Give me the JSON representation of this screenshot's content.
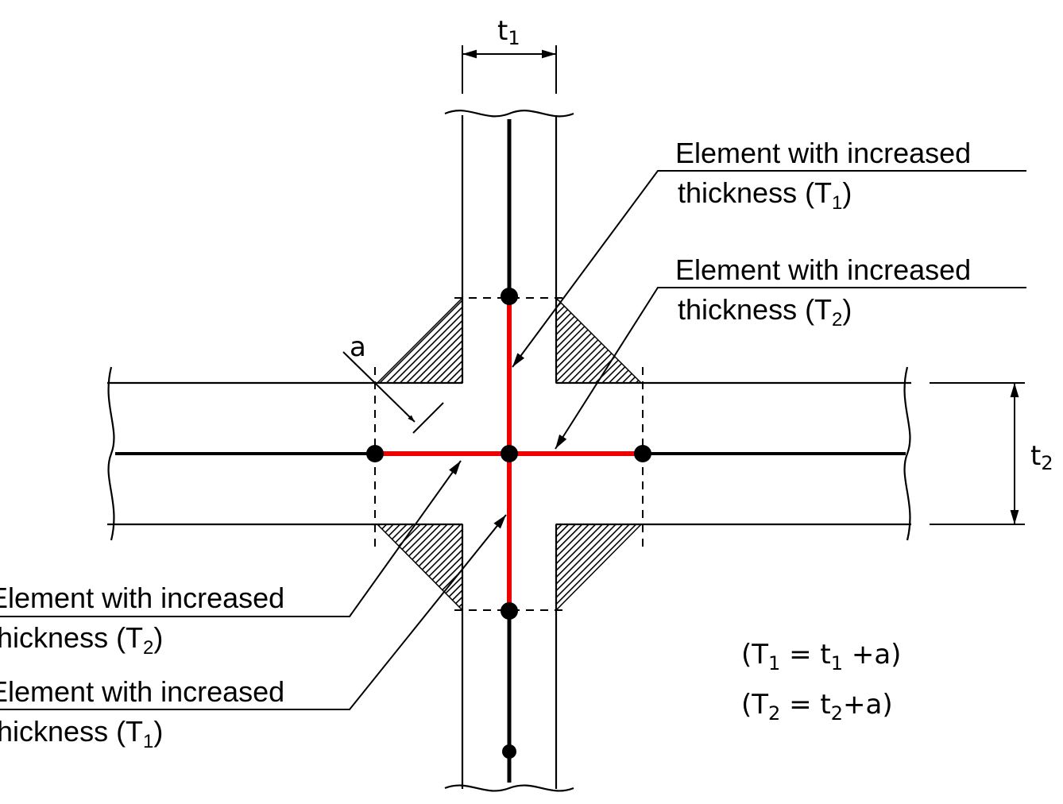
{
  "dimensions": {
    "vertical_member_thickness": "t",
    "vertical_member_thickness_sub": "1",
    "horizontal_member_thickness": "t",
    "horizontal_member_thickness_sub": "2",
    "weld_size": "a"
  },
  "callouts": [
    {
      "line1": "Element with increased",
      "line2": "thickness (T",
      "sub": "1",
      "close": ")"
    },
    {
      "line1": "Element with increased",
      "line2": "thickness (T",
      "sub": "2",
      "close": ")"
    },
    {
      "line1": "Element with increased",
      "line2": "thickness (T",
      "sub": "2",
      "close": ")"
    },
    {
      "line1": "Element with increased",
      "line2": "thickness (T",
      "sub": "1",
      "close": ")"
    }
  ],
  "formulas": [
    {
      "open": "(T",
      "sub1": "1",
      "mid": " = t",
      "sub2": "1",
      "tail": " +a)"
    },
    {
      "open": "(T",
      "sub1": "2",
      "mid": " = t",
      "sub2": "2",
      "tail": "+a)"
    }
  ],
  "colors": {
    "increased_thickness_elements": "#ee0000",
    "structure": "#000000"
  }
}
